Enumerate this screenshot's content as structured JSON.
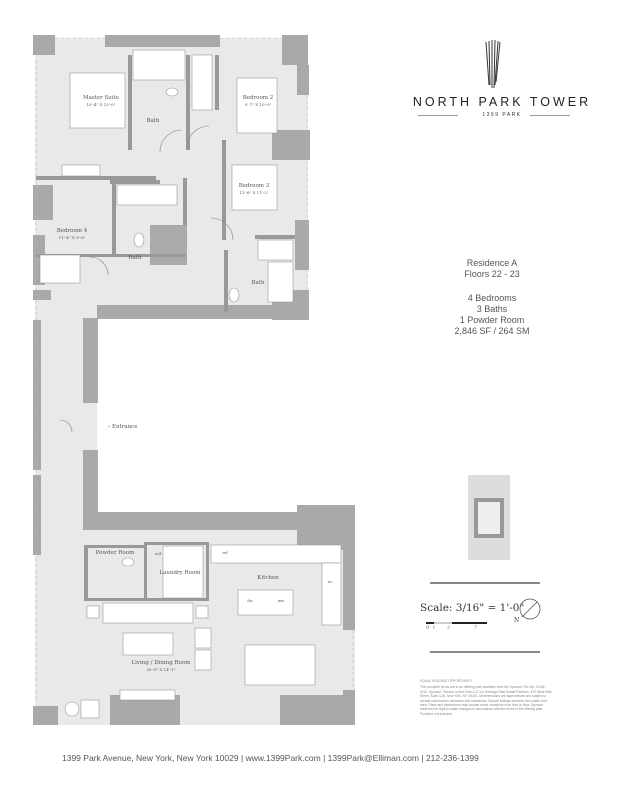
{
  "brand": {
    "name": "NORTH PARK TOWER",
    "subtitle": "1399 PARK"
  },
  "residence": {
    "name": "Residence A",
    "floors": "Floors 22 - 23",
    "bedrooms": "4 Bedrooms",
    "baths": "3 Baths",
    "powder": "1 Powder Room",
    "area": "2,846 SF / 264 SM"
  },
  "rooms": {
    "master": {
      "label": "Master Suite",
      "dim": "10'-4\" X 15'-0\""
    },
    "bed2": {
      "label": "Bedroom 2",
      "dim": "9'-7\" X 10'-0\""
    },
    "bed3": {
      "label": "Bedroom 3",
      "dim": "11'-6\" X 11'-2\""
    },
    "bed4": {
      "label": "Bedroom 4",
      "dim": "11'-4\" X 9'-6\""
    },
    "bath1": "Bath",
    "bath2": "Bath",
    "bath3": "Bath",
    "entrance": "Entrance",
    "powder": "Powder Room",
    "laundry": "Laundry Room",
    "kitchen": "Kitchen",
    "living": {
      "label": "Living / Dining Room",
      "dim": "35'-9\" X 14'-1\""
    },
    "wd": "w/d",
    "ref": "ref",
    "dw": "dw",
    "mw": "mw",
    "wc": "wc"
  },
  "scale": {
    "label": "Scale: 3/16\" = 1'-0\"",
    "ticks": [
      "0",
      "1",
      "3",
      "7"
    ],
    "north": "N"
  },
  "legal": {
    "heading": "EQUAL HOUSING OPPORTUNITY",
    "body": "The complete terms are in an offering plan available from the Sponsor. File No. CD16-0112. Sponsor: Terrace on the Park LLC c/o Heritage Real Estate Partners, 870 West 54th Street, Suite 12A, New York, NY 10019. All dimensions are approximate and subject to normal construction variances and tolerances. Square footage exceeds the usable floor area. Plans and dimensions may contain minor variations from floor to floor. Sponsor reserves the right to make changes in accordance with the terms in the offering plan. Furniture not included."
  },
  "footer": {
    "address": "1399 Park Avenue, New York, New York 10029",
    "web": "www.1399Park.com",
    "email": "1399Park@Elliman.com",
    "phone": "212-236-1399",
    "sep": "|"
  },
  "colors": {
    "wall": "#a9a9a9",
    "floor": "#e9e9e9",
    "fixture": "#ffffff",
    "line": "#777777"
  }
}
